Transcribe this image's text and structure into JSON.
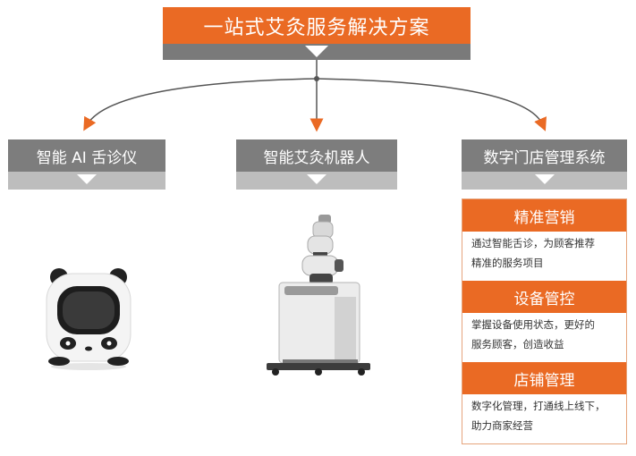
{
  "title": "一站式艾灸服务解决方案",
  "categories": [
    {
      "label": "智能 AI 舌诊仪",
      "icon": "panda-tongue-diagnosis-device"
    },
    {
      "label": "智能艾灸机器人",
      "icon": "moxibustion-robot-arm"
    },
    {
      "label": "数字门店管理系统",
      "icon": null
    }
  ],
  "system_features": [
    {
      "heading": "精准营销",
      "lines": [
        "通过智能舌诊，为顾客推荐",
        "精准的服务项目"
      ]
    },
    {
      "heading": "设备管控",
      "lines": [
        "掌握设备使用状态，更好的",
        "服务顾客，创造收益"
      ]
    },
    {
      "heading": "店铺管理",
      "lines": [
        "数字化管理，打通线上线下，",
        "助力商家经营"
      ]
    }
  ],
  "colors": {
    "accent": "#ea6a24",
    "category_bg": "#7d7d7d",
    "connector": "#555555"
  }
}
